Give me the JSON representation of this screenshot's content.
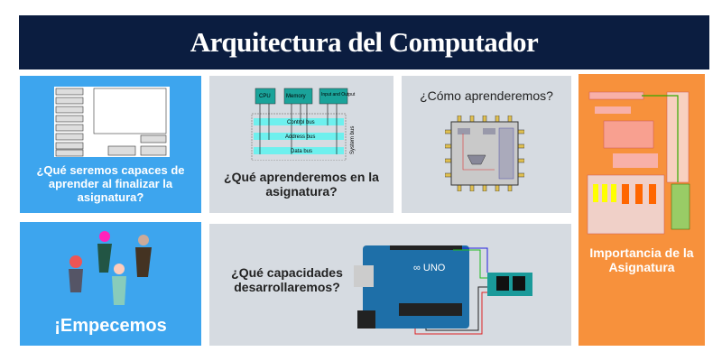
{
  "header": {
    "title": "Arquitectura del Computador"
  },
  "tiles": {
    "capaces": {
      "label": "¿Qué seremos capaces de aprender al finalizar la asignatura?"
    },
    "aprenderemos": {
      "label": "¿Qué aprenderemos en la asignatura?",
      "diagram": {
        "cpu": "CPU",
        "memory": "Memory",
        "io": "Input and Output",
        "control": "Control bus",
        "address": "Address bus",
        "data": "Data bus",
        "system": "System bus"
      }
    },
    "como": {
      "label": "¿Cómo aprenderemos?"
    },
    "importancia": {
      "label": "Importancia de la Asignatura"
    },
    "empecemos": {
      "label": "¡Empecemos"
    },
    "capacidades": {
      "label": "¿Qué capacidades desarrollaremos?"
    }
  },
  "colors": {
    "header": "#0b1d40",
    "blue": "#3da5ee",
    "gray": "#d6dbe1",
    "orange": "#f7913c"
  }
}
